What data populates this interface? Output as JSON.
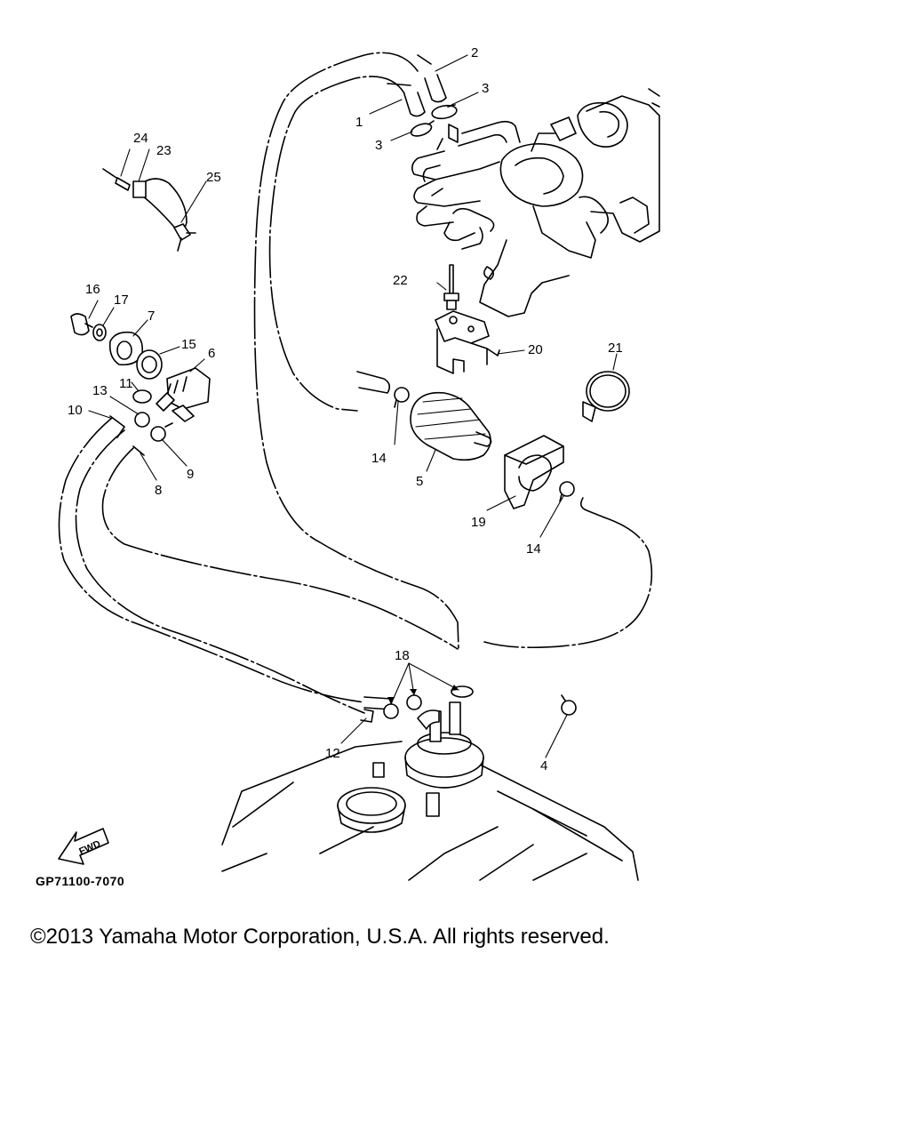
{
  "diagram_code": "GP71100-7070",
  "copyright": "©2013 Yamaha Motor Corporation, U.S.A. All rights reserved.",
  "fwd_label": "FWD",
  "callouts": [
    "1",
    "2",
    "3",
    "3",
    "4",
    "5",
    "6",
    "7",
    "8",
    "9",
    "10",
    "11",
    "12",
    "13",
    "14",
    "14",
    "15",
    "16",
    "17",
    "18",
    "19",
    "20",
    "21",
    "22",
    "23",
    "24",
    "25"
  ]
}
